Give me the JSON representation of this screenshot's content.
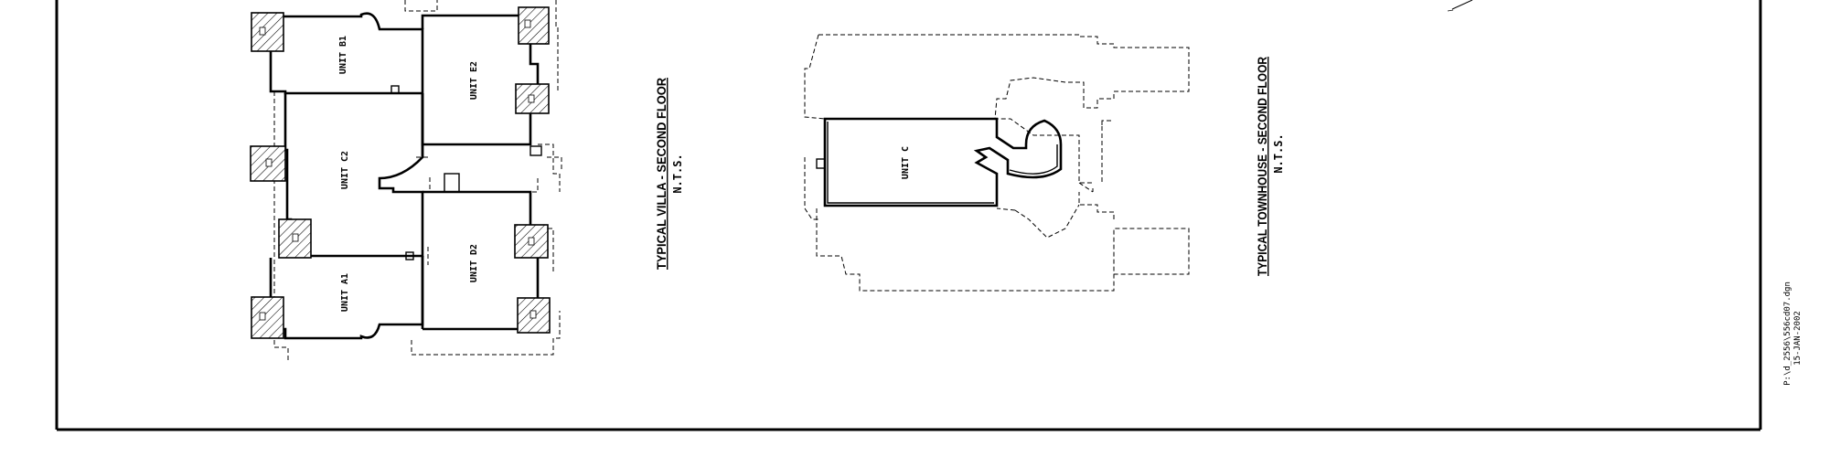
{
  "villa": {
    "units": {
      "b1": "UNIT B1",
      "e2": "UNIT E2",
      "c2": "UNIT C2",
      "a1": "UNIT A1",
      "d2": "UNIT D2"
    },
    "title": "TYPICAL VILLA - SECOND FLOOR",
    "scale": "N.T.S."
  },
  "townhouse": {
    "units": {
      "c": "UNIT C"
    },
    "title": "TYPICAL TOWNHOUSE - SECOND FLOOR",
    "scale": "N.T.S."
  },
  "drawing_info": {
    "file": "P:\\d_2556\\556cd07.dgn",
    "date": "15-JAN-2002"
  }
}
